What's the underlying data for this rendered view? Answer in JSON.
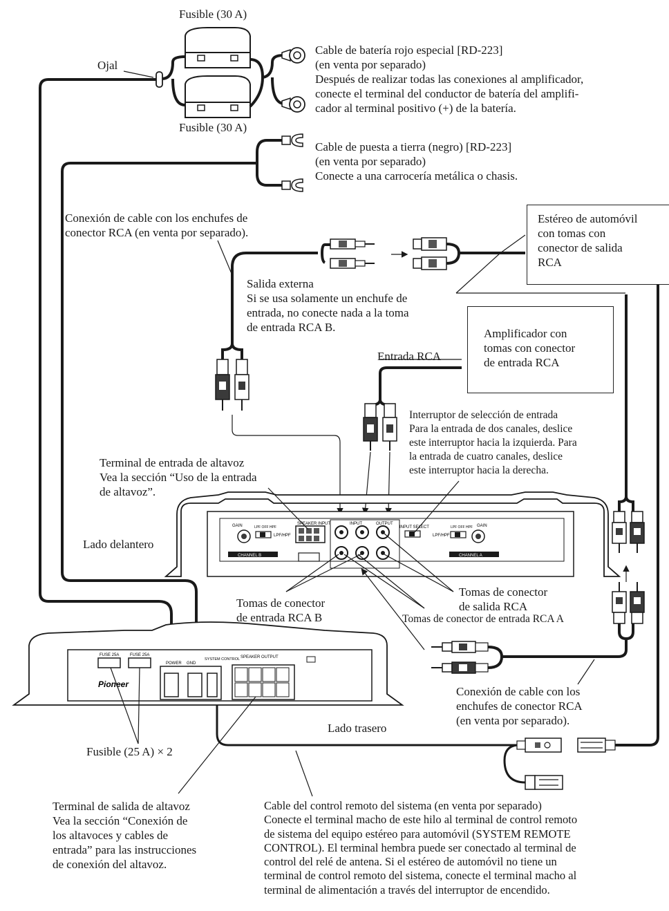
{
  "labels": {
    "fuse_top": "Fusible (30 A)",
    "fuse_bottom": "Fusible (30 A)",
    "grommet": "Ojal",
    "battery_cable": "Cable de batería rojo especial [RD-223]\n(en venta por separado)\nDespués de realizar todas las conexiones al amplificador,\nconecte el terminal del conductor de batería del amplifi-\ncador al terminal positivo (+) de la batería.",
    "ground_cable": "Cable de puesta a tierra (negro) [RD-223]\n(en venta por separado)\nConecte a una carrocería metálica o chasis.",
    "rca_cable_top": "Conexión de cable con los enchufes de\nconector RCA (en venta por separado).",
    "car_stereo": "Estéreo de automóvil\ncon tomas con\nconector de salida\nRCA",
    "external_output": "Salida externa\nSi se usa solamente un enchufe de\nentrada, no conecte nada a la toma\nde entrada RCA B.",
    "amp_rca_in": "Amplificador con\ntomas con conector\nde entrada RCA",
    "rca_input": "Entrada RCA",
    "input_select": "Interruptor de selección de entrada\nPara la entrada de dos canales, deslice\neste interruptor hacia la izquierda. Para\nla entrada de cuatro canales, deslice\neste interruptor hacia la derecha.",
    "speaker_input": "Terminal de entrada de altavoz\nVea la sección “Uso de la entrada\nde altavoz”.",
    "front_side": "Lado delantero",
    "rca_b_jacks": "Tomas de conector\nde entrada RCA B",
    "rca_out_jacks": "Tomas de conector\nde salida RCA",
    "rca_a_jacks": "Tomas de conector de entrada RCA A",
    "rca_cable_bottom": "Conexión de cable con los\nenchufes de conector RCA\n(en venta por separado).",
    "rear_side": "Lado trasero",
    "fuse_25": "Fusible (25 A) × 2",
    "speaker_output": "Terminal de salida de altavoz\nVea la sección “Conexión de\nlos altavoces y cables de\nentrada” para las instrucciones\nde conexión del altavoz.",
    "remote_cable": "Cable del control remoto del sistema (en venta por separado)\nConecte el terminal macho de este hilo al terminal de control remoto\nde sistema del equipo estéreo para automóvil (SYSTEM REMOTE\nCONTROL). El terminal hembra puede ser conectado al terminal de\ncontrol del relé de antena. Si el estéreo de automóvil no tiene un\nterminal de control remoto del sistema, conecte el terminal macho al\nterminal de alimentación a través del interruptor de encendido."
  },
  "panel_front": {
    "gain_left": "GAIN",
    "channel_b": "CHANNEL B",
    "channel_a": "CHANNEL A",
    "lpf_hpf": "LPF/HPF",
    "lpf_off_hpf": "LPF OFF HPF",
    "speaker_input": "SPEAKER INPUT",
    "input": "INPUT",
    "output": "OUTPUT",
    "input_select": "INPUT SELECT",
    "gain_right": "GAIN"
  },
  "panel_rear": {
    "fuse_a": "FUSE 25A",
    "fuse_b": "FUSE 25A",
    "power": "POWER",
    "gnd": "GND",
    "system_control": "SYSTEM\nCONTROL",
    "speaker_output": "SPEAKER OUTPUT",
    "brand": "Pioneer"
  },
  "colors": {
    "line": "#1a1a1a",
    "fill_dark": "#3a3a3a",
    "fill_mid": "#8a8a8a"
  }
}
